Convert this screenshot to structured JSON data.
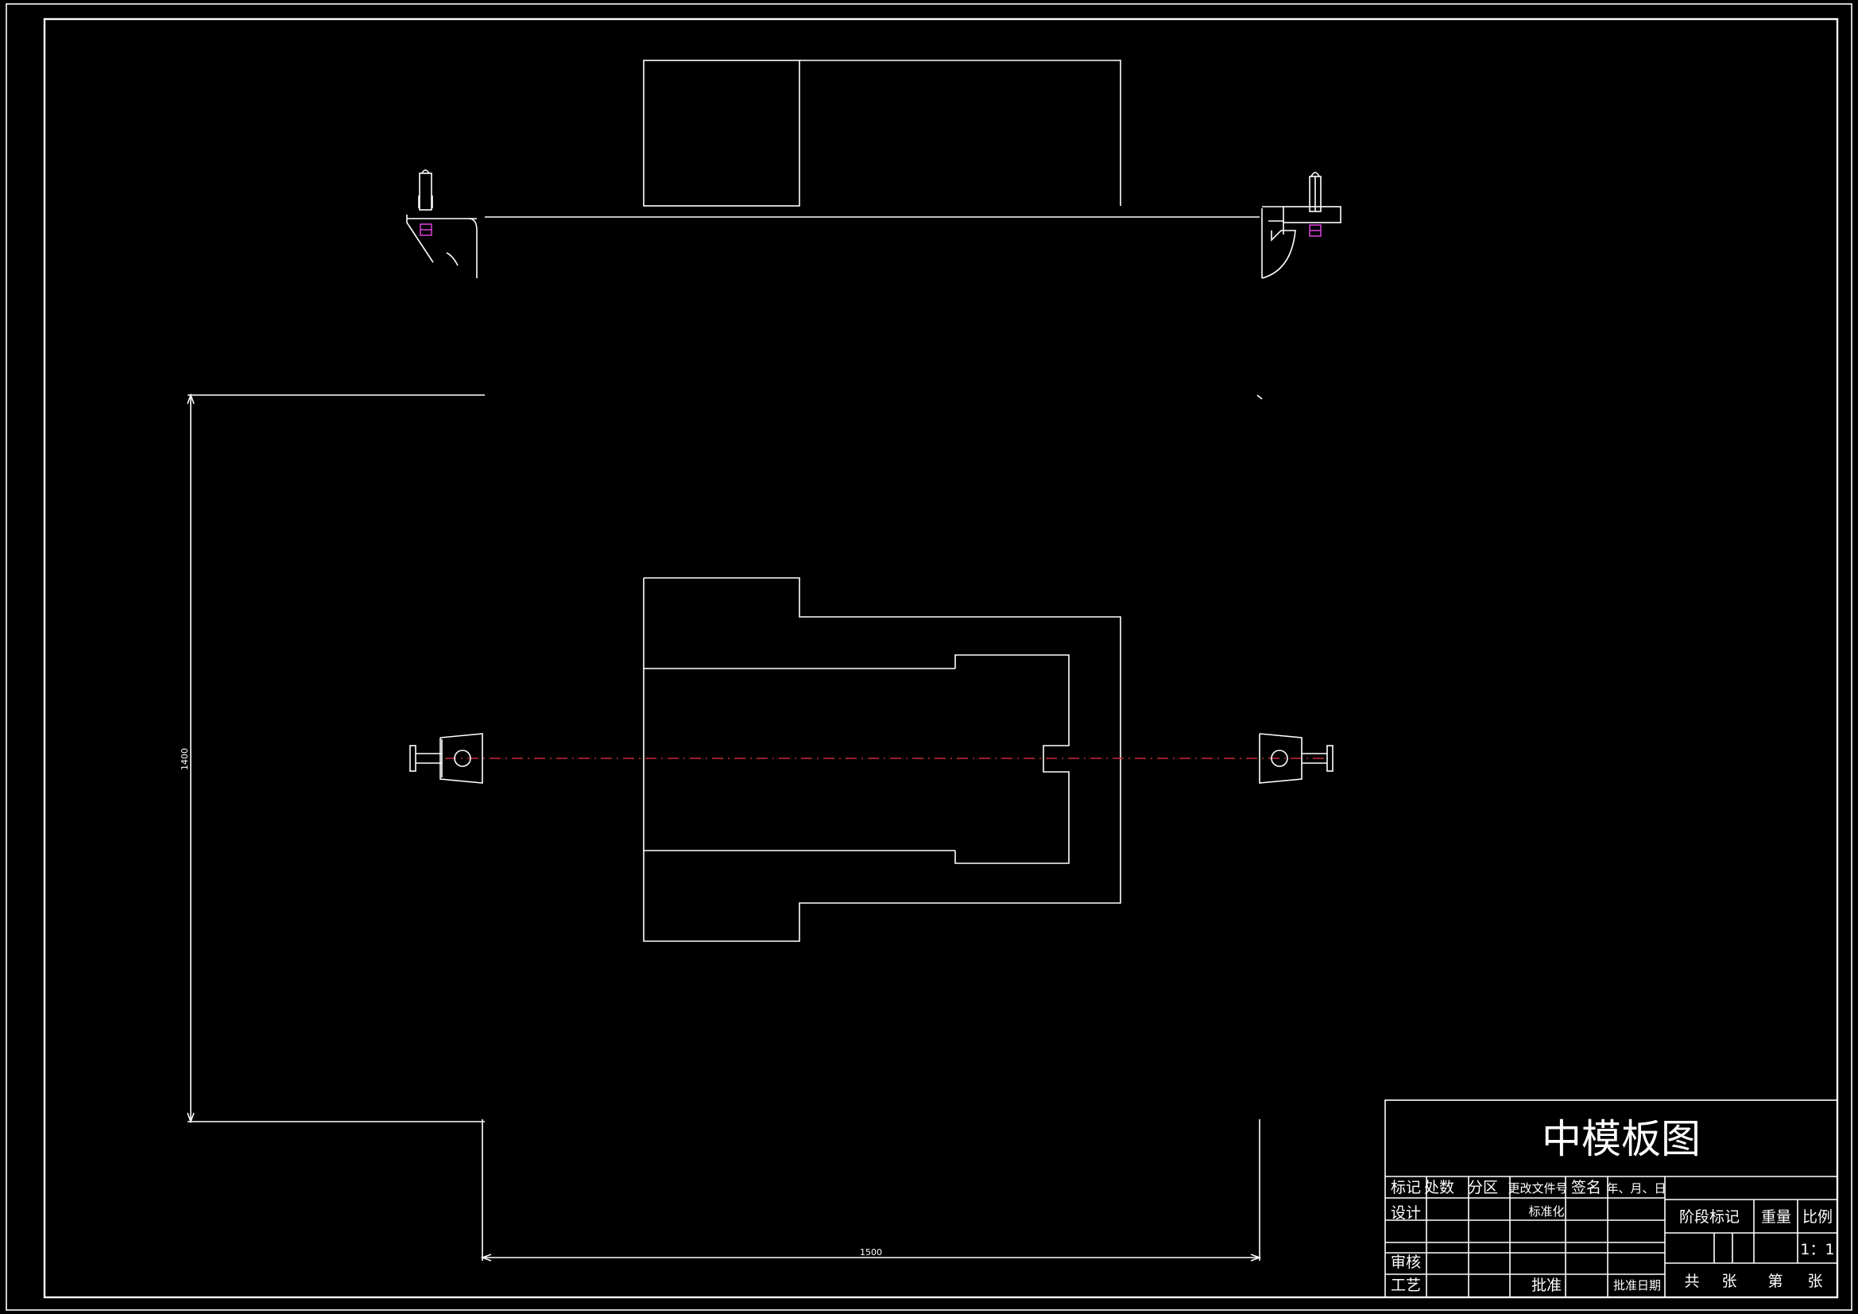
{
  "drawing": {
    "dimensions": {
      "vertical": "1400",
      "horizontal": "1500"
    }
  },
  "title_block": {
    "title": "中模板图",
    "header_row": [
      "标记",
      "处数",
      "分区",
      "更改文件号",
      "签名",
      "年、月、日"
    ],
    "labels": {
      "design": "设计",
      "standardization": "标准化",
      "review": "审核",
      "process": "工艺",
      "approve": "批准",
      "approve_date": "批准日期",
      "stage_mark": "阶段标记",
      "weight": "重量",
      "scale": "比例",
      "scale_value": "1：1",
      "total": "共",
      "sheet": "张",
      "number": "第",
      "sheet2": "张"
    }
  }
}
